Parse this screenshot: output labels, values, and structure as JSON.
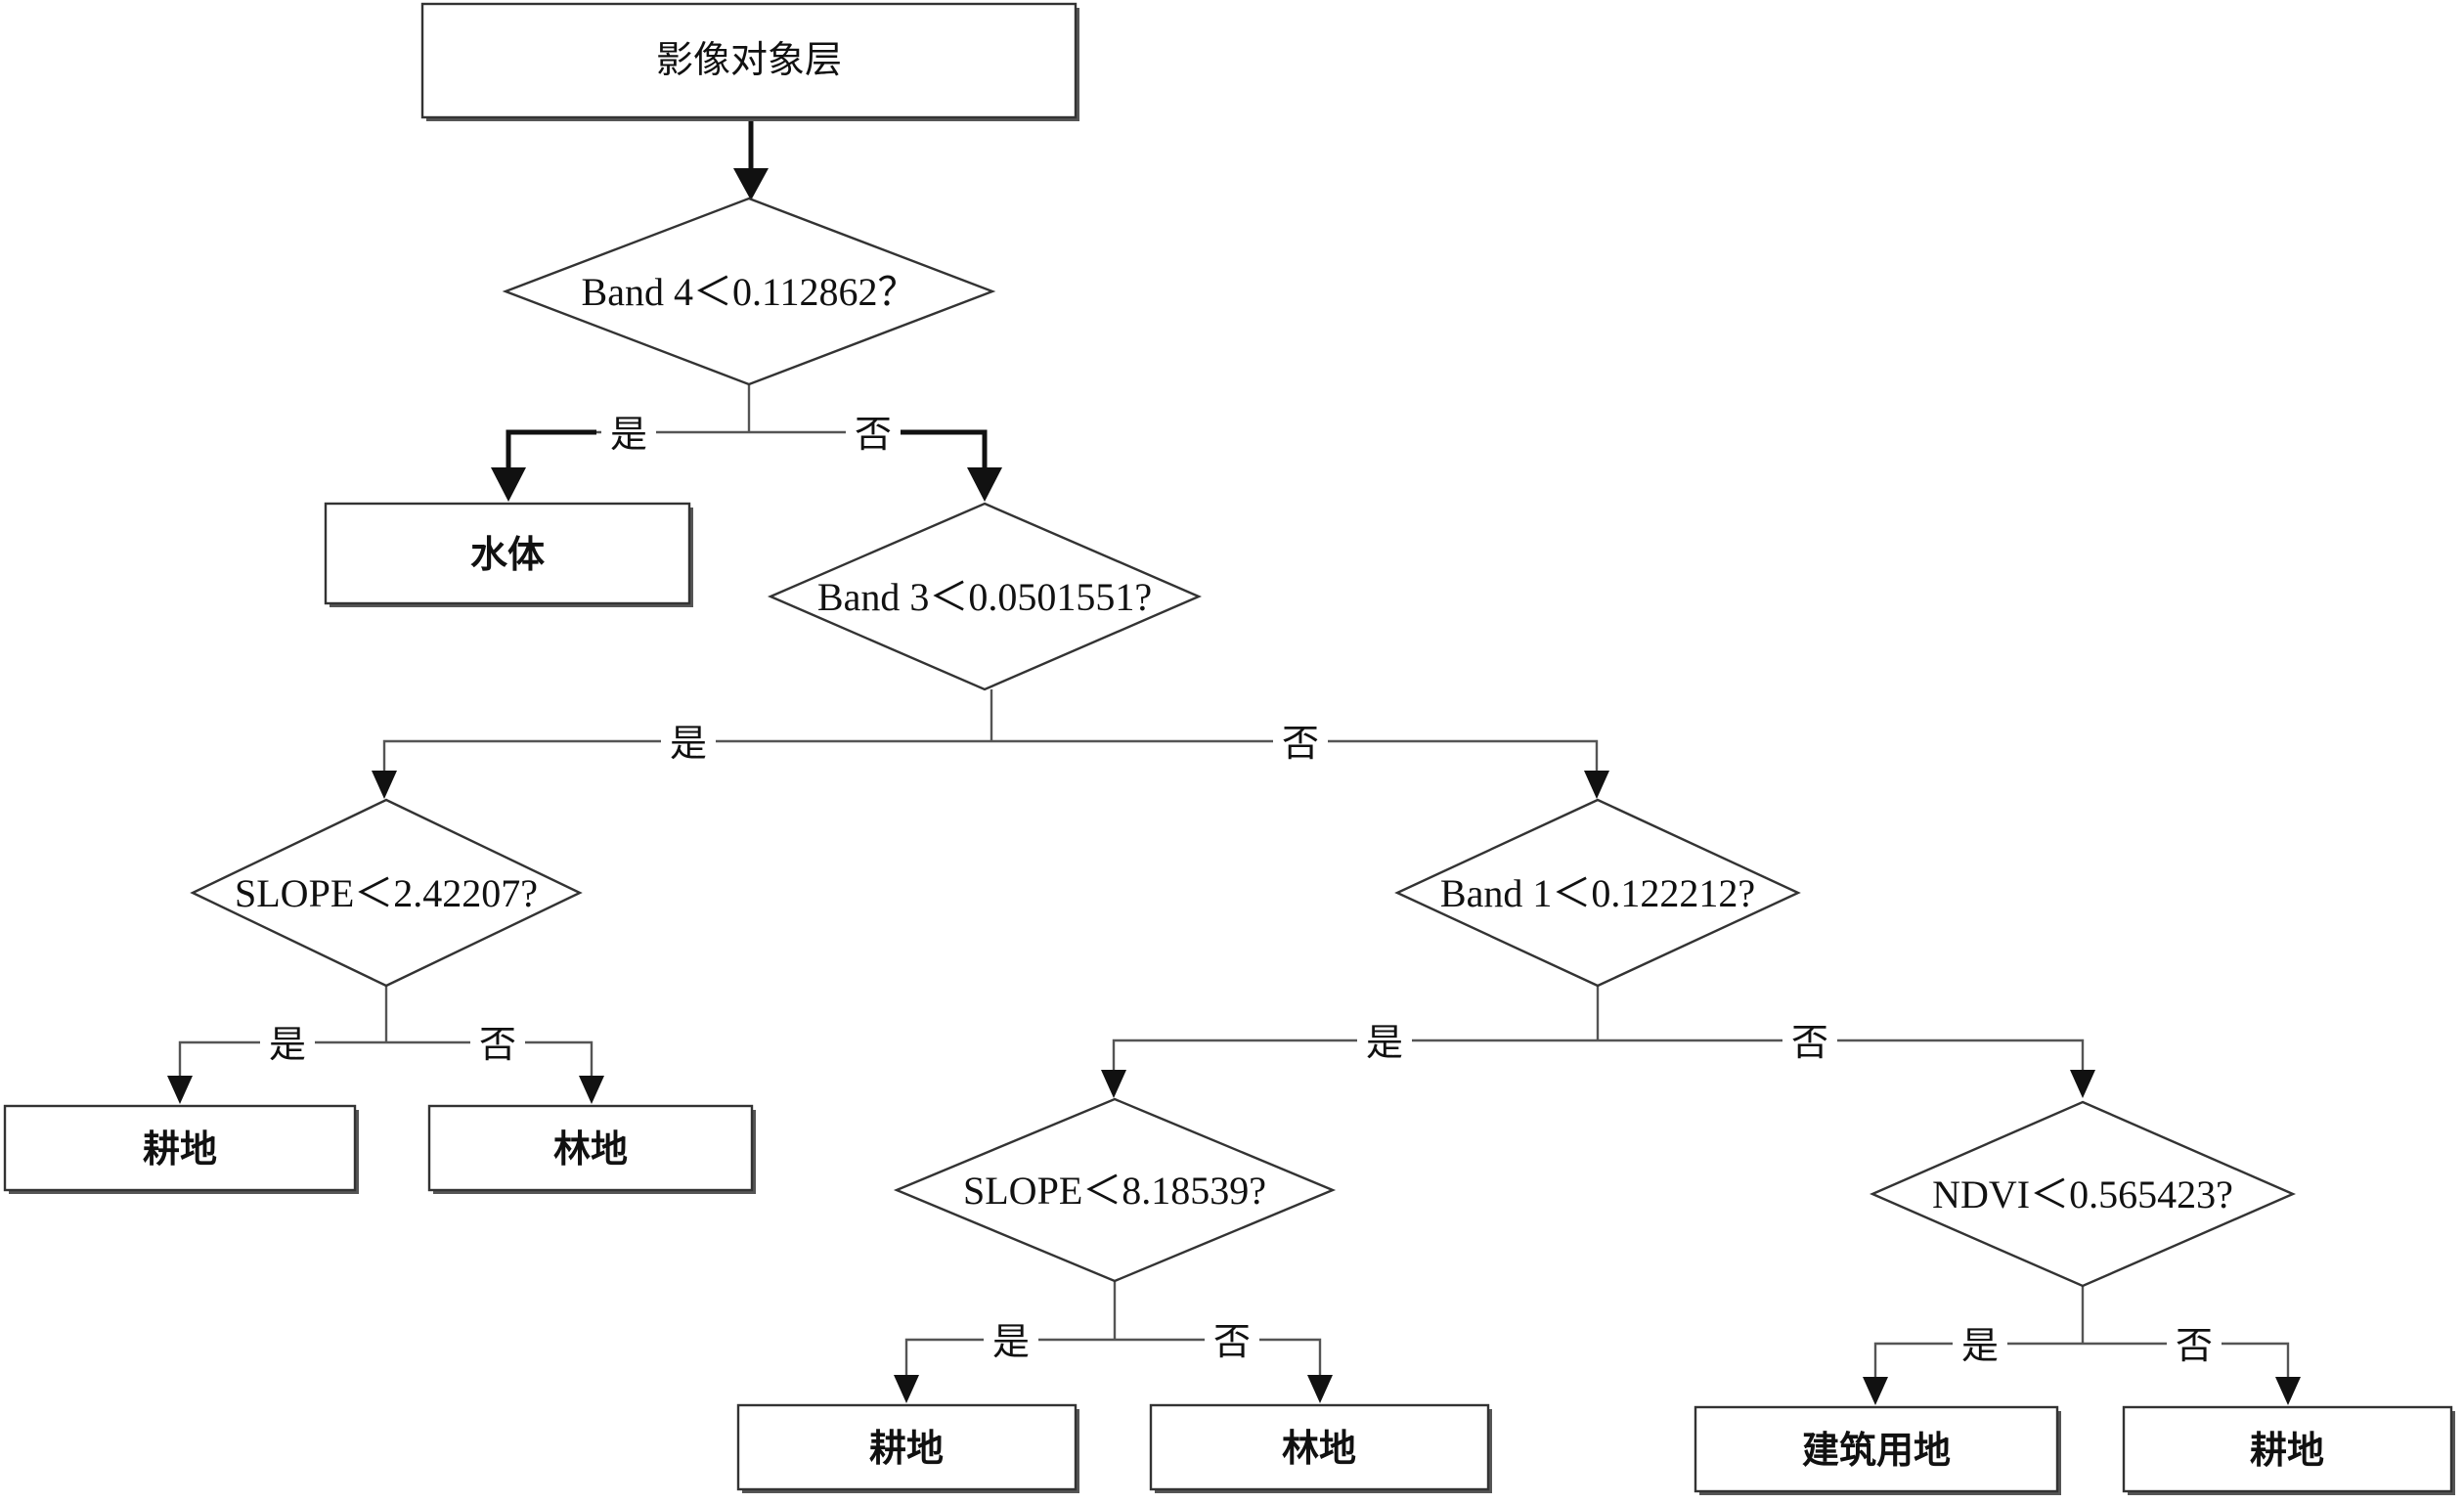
{
  "root": {
    "label": "影像对象层"
  },
  "edge_labels": {
    "yes": "是",
    "no": "否"
  },
  "conditions": {
    "band4": "Band 4＜0.112862？",
    "band3": "Band 3＜0.0501551?",
    "slope_left": "SLOPE＜2.42207?",
    "band1": "Band 1＜0.122212?",
    "slope_mid": "SLOPE＜8.18539?",
    "ndvi": "NDVI＜0.565423?"
  },
  "leaves": {
    "water": "水体",
    "cropland_1": "耕地",
    "forest_1": "林地",
    "cropland_2": "耕地",
    "forest_2": "林地",
    "built_up": "建筑用地",
    "cropland_3": "耕地"
  }
}
